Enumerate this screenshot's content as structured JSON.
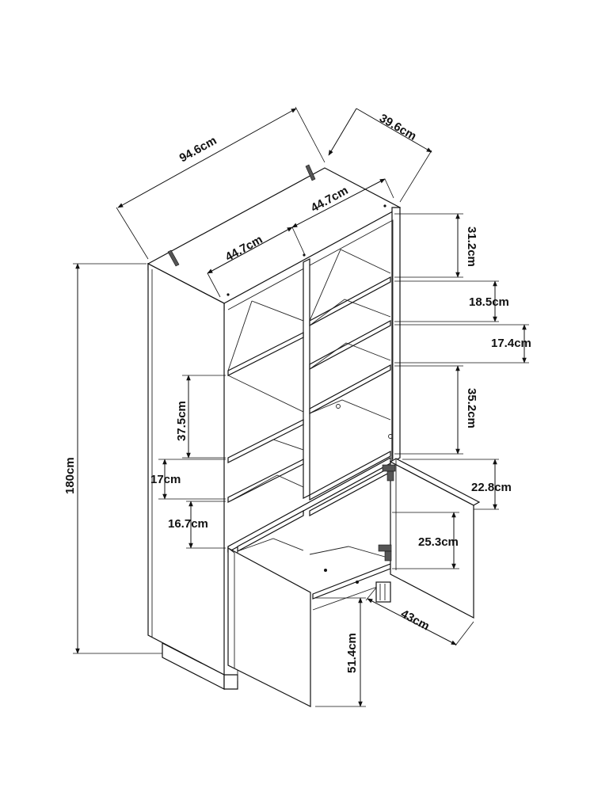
{
  "dimensions": {
    "overall_width": "94.6cm",
    "overall_depth": "39.6cm",
    "left_compartment_width": "44.7cm",
    "right_compartment_width": "44.7cm",
    "overall_height": "180cm",
    "right_top_shelf_gap": "31.2cm",
    "right_second_shelf_gap": "18.5cm",
    "right_third_shelf_gap": "17.4cm",
    "right_open_section_height": "35.2cm",
    "left_large_shelf_gap": "37.5cm",
    "left_small_shelf_gap": "17cm",
    "left_base_shelf_gap": "16.7cm",
    "door_top_gap": "22.8cm",
    "cabinet_shelf_gap": "25.3cm",
    "door_width": "43cm",
    "cabinet_height": "51.4cm"
  },
  "colors": {
    "line": "#111111",
    "background": "#ffffff",
    "hardware": "#555555"
  }
}
